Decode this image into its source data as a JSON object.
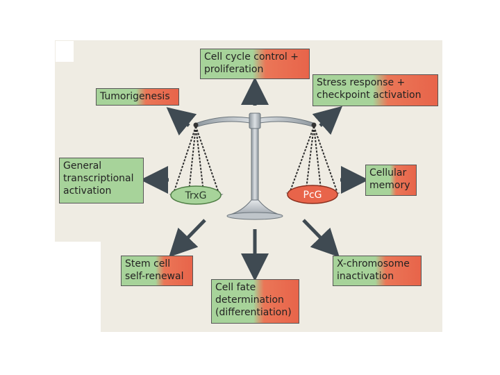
{
  "diagram": {
    "center_left_label": "TrxG",
    "center_right_label": "PcG",
    "outcomes": {
      "top": "Cell cycle control + proliferation",
      "top_left": "Tumorigenesis",
      "top_right": "Stress response + checkpoint activation",
      "left": "General transcriptional activation",
      "right": "Cellular memory",
      "bottom_left": "Stem cell self-renewal",
      "bottom": "Cell fate determination (differentiation)",
      "bottom_right": "X-chromosome inactivation"
    },
    "colors": {
      "trxg": "#a7d39a",
      "pcg": "#e8644a",
      "background": "#efece3",
      "arrow": "#3f4a52"
    }
  }
}
